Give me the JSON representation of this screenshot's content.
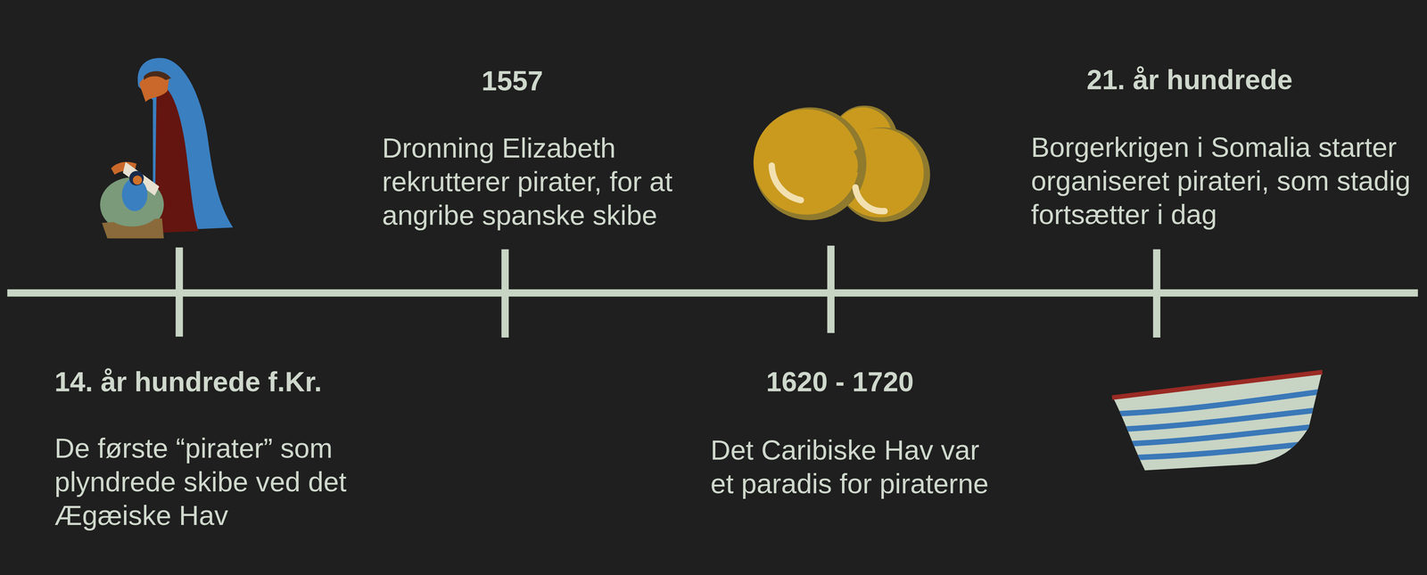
{
  "diagram": {
    "labels": [
      "14. år hundrede f.Kr.",
      "De første “pirater” som plyndrede skibe ved det Ægæiske Hav",
      "1557",
      "Dronning Elizabeth rekrutterer pirater, for at angribe spanske skibe",
      "1620 - 1720",
      "Det Caribiske Hav var et paradis for piraterne",
      "21. år hundrede",
      "Borgerkrigen i Somalia starter organiseret pirateri, som stadig fortsætter i dag"
    ]
  }
}
